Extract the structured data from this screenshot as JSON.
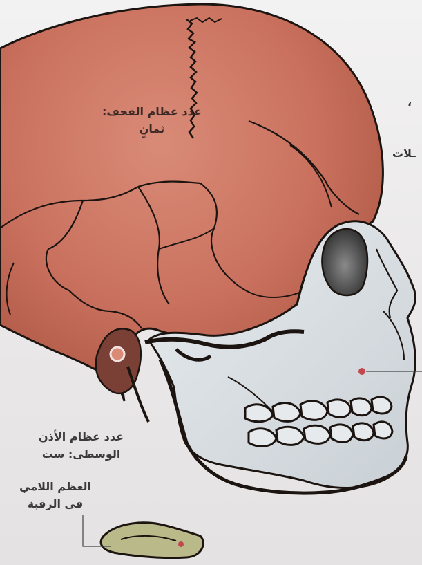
{
  "labels": {
    "cranial_line1": "عدد عظام القحف:",
    "cranial_line2": "ثمانٍ",
    "ear_line1": "عدد عظام الأذن",
    "ear_line2": "الوسطى: ست",
    "hyoid_line1": "العظم اللامي",
    "hyoid_line2": "في الرقبة",
    "edge_top": "،",
    "edge_mid": "ـلات"
  },
  "colors": {
    "cranium": "#c9715e",
    "cranium_dark": "#a8523f",
    "face_bone": "#dce2e6",
    "outline": "#1c1410",
    "hyoid": "#b9b98a",
    "marker": "#c2474f"
  }
}
